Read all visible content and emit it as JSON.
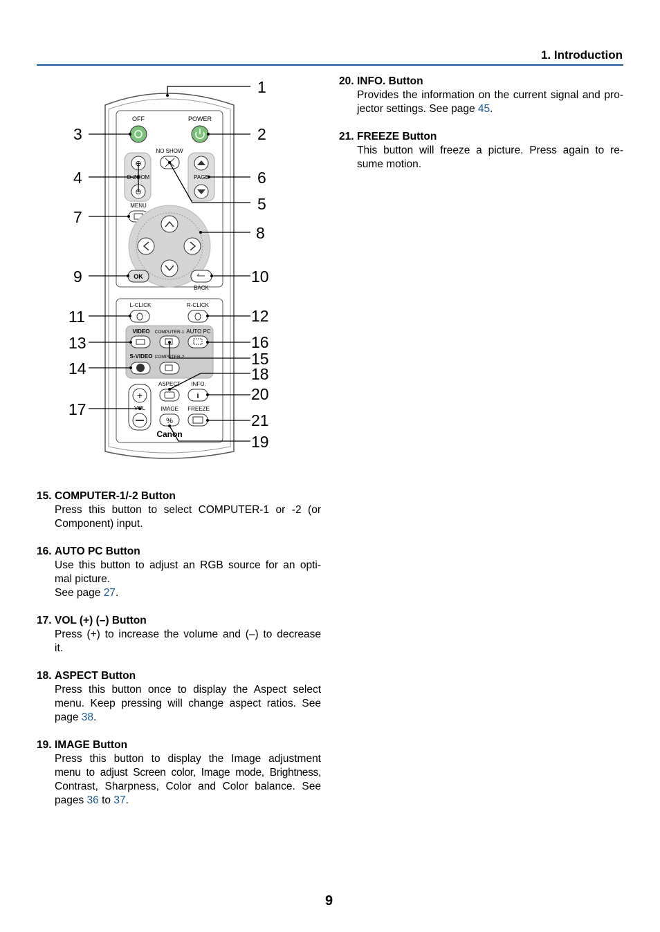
{
  "header": {
    "title": "1. Introduction"
  },
  "page_number": "9",
  "remote": {
    "labels": {
      "off": "OFF",
      "power": "POWER",
      "no_show": "NO SHOW",
      "dzoom": "D-ZOOM",
      "page": "PAGE",
      "menu": "MENU",
      "ok": "OK",
      "back": "BACK",
      "l_click": "L-CLICK",
      "r_click": "R-CLICK",
      "video": "VIDEO",
      "computer1": "COMPUTER-1",
      "auto_pc": "AUTO PC",
      "s_video": "S-VIDEO",
      "computer2": "COMPUTER-2",
      "aspect": "ASPECT",
      "info": "INFO.",
      "vol": "VOL",
      "image": "IMAGE",
      "freeze": "FREEZE",
      "brand": "Canon"
    },
    "callouts": [
      "1",
      "2",
      "3",
      "4",
      "5",
      "6",
      "7",
      "8",
      "9",
      "10",
      "11",
      "12",
      "13",
      "14",
      "15",
      "16",
      "17",
      "18",
      "19",
      "20",
      "21"
    ]
  },
  "sections": {
    "s20": {
      "num": "20.",
      "title": "INFO. Button",
      "l1": "Provides the information on the current signal and pro-",
      "l2a": "jector settings. See page ",
      "link": "45",
      "l2b": "."
    },
    "s21": {
      "num": "21.",
      "title": "FREEZE Button",
      "l1": "This button will freeze a picture. Press again to re-",
      "l2": "sume motion."
    },
    "s15": {
      "num": "15.",
      "title": "COMPUTER-1/-2 Button",
      "l1": "Press this button to select COMPUTER-1 or -2 (or",
      "l2": "Component) input."
    },
    "s16": {
      "num": "16.",
      "title": "AUTO PC Button",
      "l1": "Use this button to adjust an RGB source for an opti-",
      "l2": "mal picture.",
      "l3a": "See page ",
      "link": "27",
      "l3b": "."
    },
    "s17": {
      "num": "17.",
      "title": "VOL (+) (–) Button",
      "l1": "Press (+) to increase the volume and (–) to decrease",
      "l2": "it."
    },
    "s18": {
      "num": "18.",
      "title": "ASPECT Button",
      "l1": "Press this button once to display the Aspect select",
      "l2": "menu. Keep pressing will change aspect ratios. See",
      "l3a": "page ",
      "link": "38",
      "l3b": "."
    },
    "s19": {
      "num": "19.",
      "title": "IMAGE Button",
      "l1": "Press this button to display the Image adjustment",
      "l2": "menu to adjust Screen color, Image mode, Brightness,",
      "l3": "Contrast, Sharpness, Color and Color balance. See",
      "l4a": "pages ",
      "link1": "36",
      "l4b": " to ",
      "link2": "37",
      "l4c": "."
    }
  }
}
